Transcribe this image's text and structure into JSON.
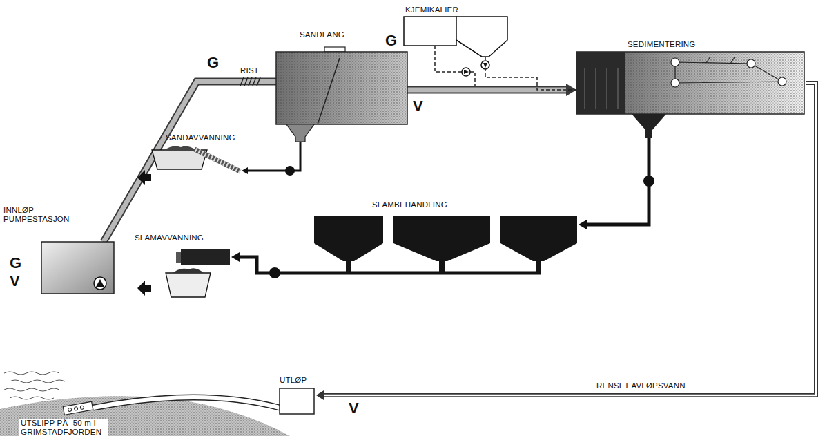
{
  "diagram": {
    "nodes": [
      {
        "text": [
          "KJEMIKALIER"
        ]
      },
      {
        "text": [
          "SANDFANG"
        ]
      },
      {
        "text": [
          "SEDIMENTERING"
        ]
      },
      {
        "text": [
          "SANDAVVANNING"
        ]
      },
      {
        "text": [
          "INNLØP - PUMPESTASJON"
        ]
      },
      {
        "text": [
          "SLAMAVVANNING"
        ]
      },
      {
        "text": [
          "SLAMBEHANDLING"
        ]
      },
      {
        "text": [
          "UTLØP"
        ]
      }
    ],
    "edges": [
      {
        "from": 4,
        "to": 1,
        "arrow": "none"
      },
      {
        "from": 1,
        "to": 2,
        "arrow": "to"
      },
      {
        "from": 0,
        "to": 2,
        "arrow": "none"
      },
      {
        "from": 1,
        "to": 3,
        "arrow": "to"
      },
      {
        "from": 2,
        "to": 6,
        "arrow": "to"
      },
      {
        "from": 6,
        "to": 5,
        "arrow": "to"
      },
      {
        "from": 2,
        "to": 7,
        "arrow": "to",
        "label": "RENSET AVLØPSVANN"
      }
    ],
    "labels": [
      "G",
      "V",
      "G",
      "RIST",
      "G",
      "V",
      "V",
      "UTSLIPP PÅ -50 m I GRIMSTADFJORDEN"
    ]
  }
}
